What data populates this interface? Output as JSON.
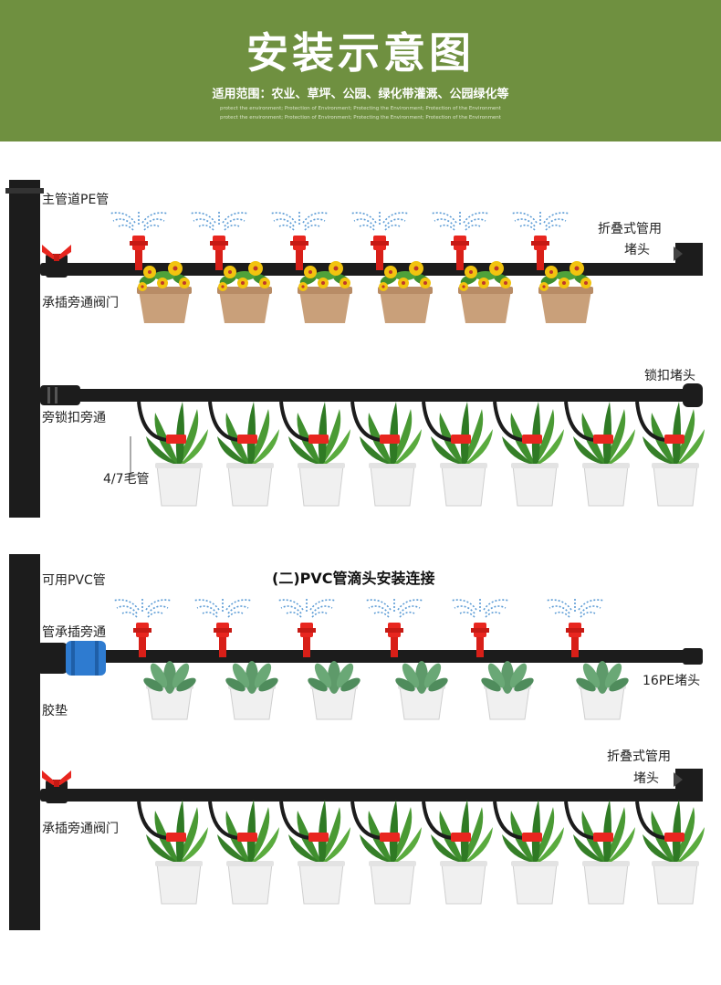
{
  "header": {
    "title": "安装示意图",
    "subtitle": "适用范围：农业、草坪、公园、绿化带灌溉、公园绿化等",
    "en_line1": "protect the environment; Protection of Environment; Protecting the Environment; Protection of the Environment",
    "en_line2": "protect the environment; Protection of Environment; Protecting the Environment; Protection of the Environment"
  },
  "section1": {
    "labels": {
      "main_pipe": "主管道PE管",
      "fold_end_1": "折叠式管用",
      "fold_end_2": "堵头",
      "bypass_valve": "承插旁通阀门",
      "lock_end": "锁扣堵头",
      "lock_bypass": "旁锁扣旁通",
      "capillary": "4/7毛管"
    }
  },
  "section2": {
    "title": "(二)PVC管滴头安装连接",
    "labels": {
      "pvc_pipe": "可用PVC管",
      "socket_bypass": "管承插旁通",
      "pe_end": "16PE堵头",
      "gasket": "胶垫",
      "fold_end_1": "折叠式管用",
      "fold_end_2": "堵头",
      "bypass_valve": "承插旁通阀门"
    }
  },
  "colors": {
    "banner": "#6f9040",
    "pipe": "#1c1c1c",
    "emitter": "#e8261f",
    "spray": "#5b9bd5",
    "clay_pot": "#c9a07a",
    "white_pot": "#f2f2f2",
    "leaf": "#3f8f2e",
    "flower": "#f2c40f",
    "connector": "#2e7bd0"
  },
  "icons": [
    "red-valve-icon",
    "fold-end-cap-icon",
    "lock-end-cap-icon",
    "drip-emitter-icon",
    "spray-icon",
    "flower-pot-icon",
    "snake-plant-icon",
    "succulent-icon",
    "blue-connector-icon"
  ]
}
